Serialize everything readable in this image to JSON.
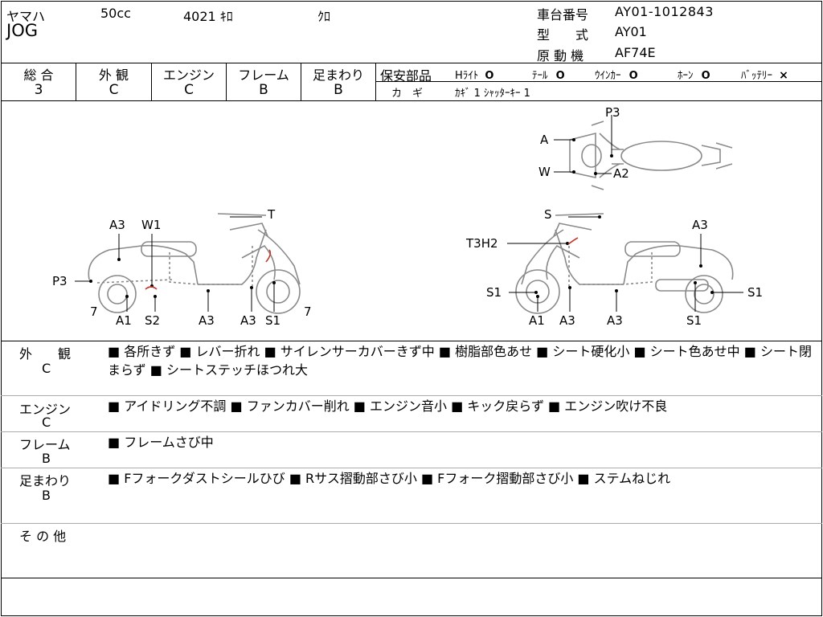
{
  "header": {
    "maker": "ヤマハ",
    "displacement": "50cc",
    "mileage": "4021 ｷﾛ",
    "color": "ｸﾛ",
    "model_name": "JOG",
    "frame_no_label": "車台番号",
    "frame_no": "AY01-1012843",
    "type_label": "型　　式",
    "type": "AY01",
    "engine_label": "原 動 機",
    "engine": "AF74E"
  },
  "grades": {
    "headers": [
      "総 合",
      "外 観",
      "エンジン",
      "フレーム",
      "足まわり"
    ],
    "values": [
      "3",
      "C",
      "C",
      "B",
      "B"
    ]
  },
  "safety": {
    "title": "保安部品",
    "items": [
      {
        "label": "Hﾗｲﾄ",
        "status": "O"
      },
      {
        "label": "ﾃｰﾙ",
        "status": "O"
      },
      {
        "label": "ｳｲﾝｶｰ",
        "status": "O"
      },
      {
        "label": "ﾎｰﾝ",
        "status": "O"
      },
      {
        "label": "ﾊﾞｯﾃﾘｰ",
        "status": "×"
      }
    ],
    "key_label": "カ　ギ",
    "key_value": "ｶｷﾞ 1 ｼｬｯﾀｰｷｰ 1"
  },
  "diagram": {
    "left_labels": [
      "A3",
      "W1",
      "T",
      "P3",
      "7",
      "A1",
      "S2",
      "A3",
      "A3",
      "S1",
      "7"
    ],
    "right_labels": [
      "S",
      "A3",
      "T3H2",
      "S1",
      "A1",
      "A3",
      "A3",
      "S1",
      "S1"
    ],
    "top_labels": [
      "P3",
      "A",
      "W",
      "A2"
    ],
    "line_color": "#8a8a8a",
    "damage_color": "#c0392b"
  },
  "details": [
    {
      "category": "外　　観",
      "grade": "C",
      "text": "■ 各所きず ■ レバー折れ ■ サイレンサーカバーきず中 ■ 樹脂部色あせ ■ シート硬化小 ■ シート色あせ中 ■ シート閉まらず ■ シートステッチほつれ大"
    },
    {
      "category": "エンジン",
      "grade": "C",
      "text": "■ アイドリング不調 ■ ファンカバー削れ ■ エンジン音小 ■ キック戻らず ■ エンジン吹け不良"
    },
    {
      "category": "フレーム",
      "grade": "B",
      "text": "■ フレームさび中"
    },
    {
      "category": "足まわり",
      "grade": "B",
      "text": "■ Fフォークダストシールひび ■ Rサス摺動部さび小 ■ Fフォーク摺動部さび小 ■ ステムねじれ"
    },
    {
      "category": "そ の 他",
      "grade": "",
      "text": ""
    }
  ]
}
